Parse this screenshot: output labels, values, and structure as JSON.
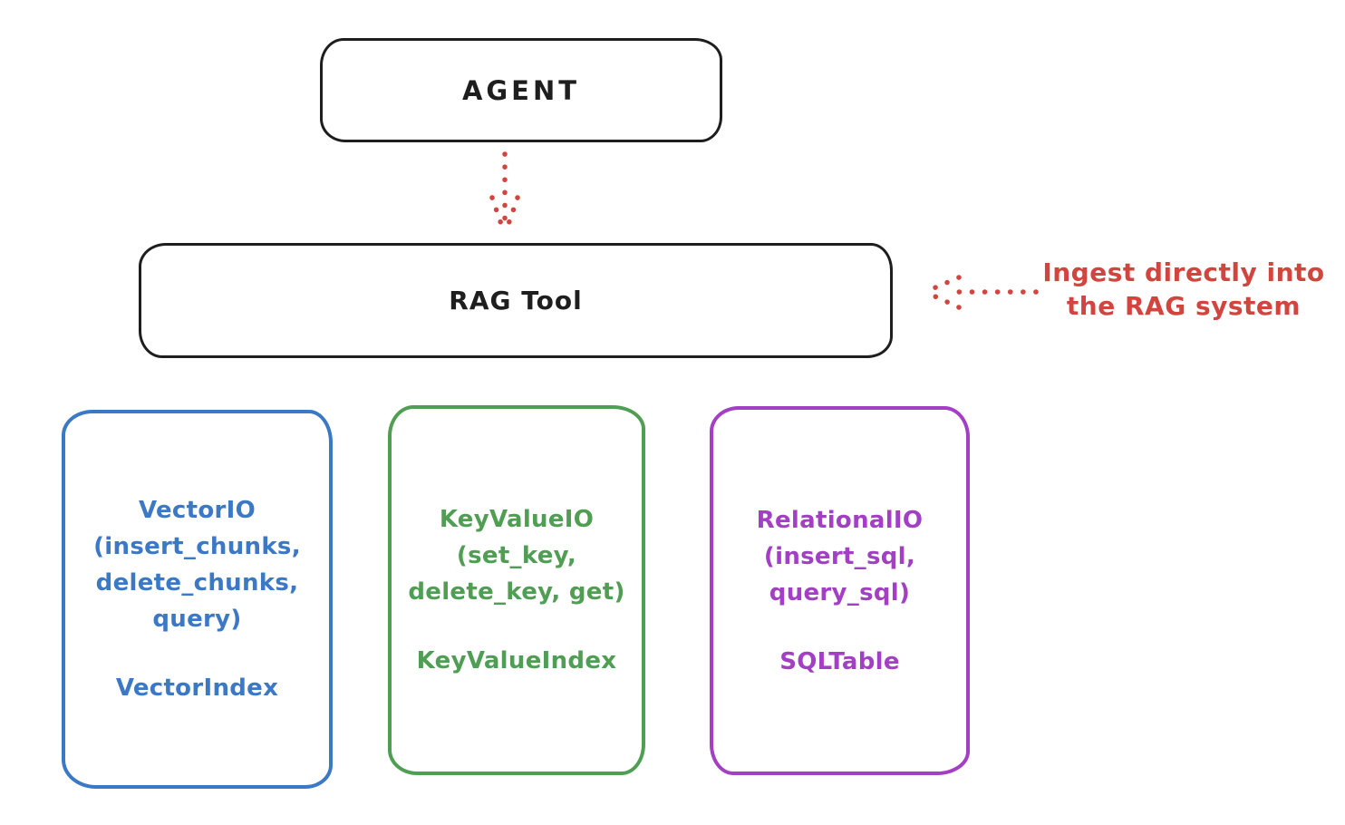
{
  "colors": {
    "background": "#ffffff",
    "ink": "#1e1e1e",
    "red": "#d2453e",
    "blue": "#3b78c5",
    "green": "#4f9e53",
    "purple": "#a23fc4"
  },
  "agent_box": {
    "label": "AGENT"
  },
  "rag_tool_box": {
    "label": "RAG Tool"
  },
  "annotation": {
    "line1": "Ingest directly into",
    "line2": "the RAG system"
  },
  "io_boxes": [
    {
      "id": "vector-io",
      "color": "#3b78c5",
      "lines": [
        "VectorIO",
        "(insert_chunks,",
        "delete_chunks,",
        "query)"
      ],
      "index_label": "VectorIndex"
    },
    {
      "id": "keyvalue-io",
      "color": "#4f9e53",
      "lines": [
        "KeyValueIO",
        "(set_key,",
        "delete_key, get)"
      ],
      "index_label": "KeyValueIndex"
    },
    {
      "id": "relational-io",
      "color": "#a23fc4",
      "lines": [
        "RelationalIO",
        "(insert_sql,",
        "query_sql)"
      ],
      "index_label": "SQLTable"
    }
  ],
  "arrows": {
    "agent_to_rag": "dotted-down-arrow",
    "ingest_into_rag": "dotted-left-arrow"
  }
}
